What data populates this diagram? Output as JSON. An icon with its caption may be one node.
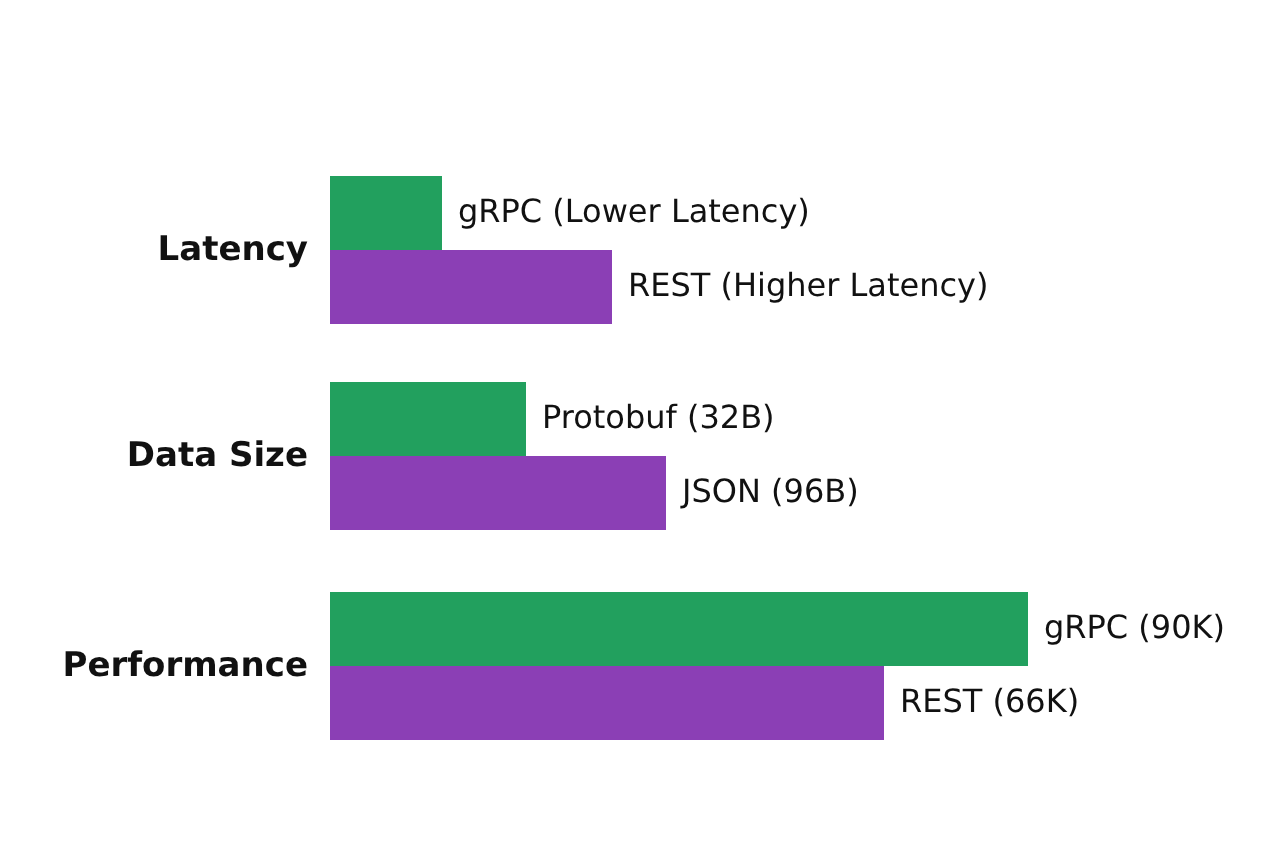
{
  "diagram": {
    "labels": [
      "Latency",
      "gRPC (Lower Latency)",
      "REST (Higher Latency)",
      "Data Size",
      "Protobuf (32B)",
      "JSON (96B)",
      "Performance",
      "gRPC (90K)",
      "REST (66K)"
    ]
  }
}
